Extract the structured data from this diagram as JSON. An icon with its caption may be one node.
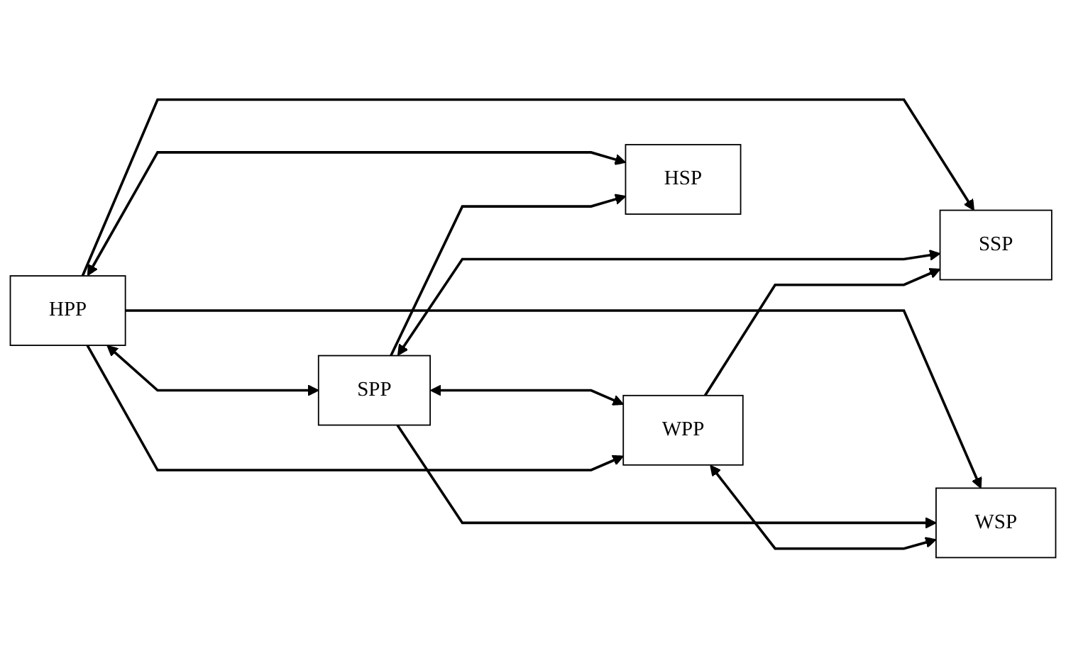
{
  "diagram": {
    "nodes": [
      {
        "text": [
          "HPP"
        ]
      },
      {
        "text": [
          "SPP"
        ]
      },
      {
        "text": [
          "WPP"
        ]
      },
      {
        "text": [
          "HSP"
        ]
      },
      {
        "text": [
          "SSP"
        ]
      },
      {
        "text": [
          "WSP"
        ]
      }
    ],
    "edges": [
      {
        "from": 0,
        "to": 3,
        "arrow": "both"
      },
      {
        "from": 0,
        "to": 4,
        "arrow": "to"
      },
      {
        "from": 0,
        "to": 5,
        "arrow": "to"
      },
      {
        "from": 1,
        "to": 3,
        "arrow": "to"
      },
      {
        "from": 1,
        "to": 4,
        "arrow": "both"
      },
      {
        "from": 1,
        "to": 5,
        "arrow": "to"
      },
      {
        "from": 2,
        "to": 4,
        "arrow": "to"
      },
      {
        "from": 2,
        "to": 5,
        "arrow": "both"
      },
      {
        "from": 0,
        "to": 1,
        "arrow": "both"
      },
      {
        "from": 1,
        "to": 2,
        "arrow": "both"
      },
      {
        "from": 0,
        "to": 2,
        "arrow": "to"
      }
    ]
  }
}
